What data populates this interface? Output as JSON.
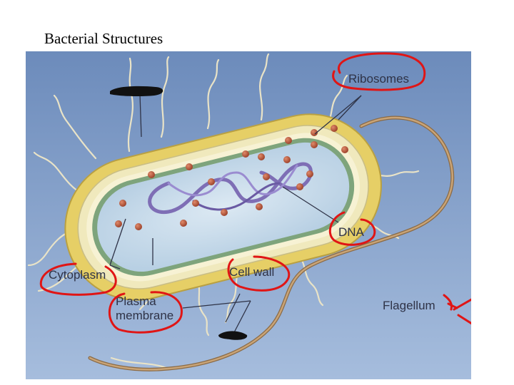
{
  "slide": {
    "title": "Bacterial Structures"
  },
  "diagram": {
    "labels": {
      "ribosomes": "Ribosomes",
      "dna": "DNA",
      "cytoplasm": "Cytoplasm",
      "cell_wall": "Cell wall",
      "plasma_1": "Plasma",
      "plasma_2": "membrane",
      "flagellum": "Flagellum"
    },
    "colors": {
      "background_top": "#6c8bbb",
      "background_bottom": "#a6bddd",
      "capsule": "#e6cf66",
      "cell_wall": "#f0e9bd",
      "plasma_membrane": "#7ea47c",
      "cytoplasm": "#c9dceb",
      "dna": "#7e6eb5",
      "ribosome": "#b85a3e",
      "flagellum": "#b08a5e",
      "annotation_ink": "#e01515",
      "redaction_ink": "#111111"
    }
  }
}
